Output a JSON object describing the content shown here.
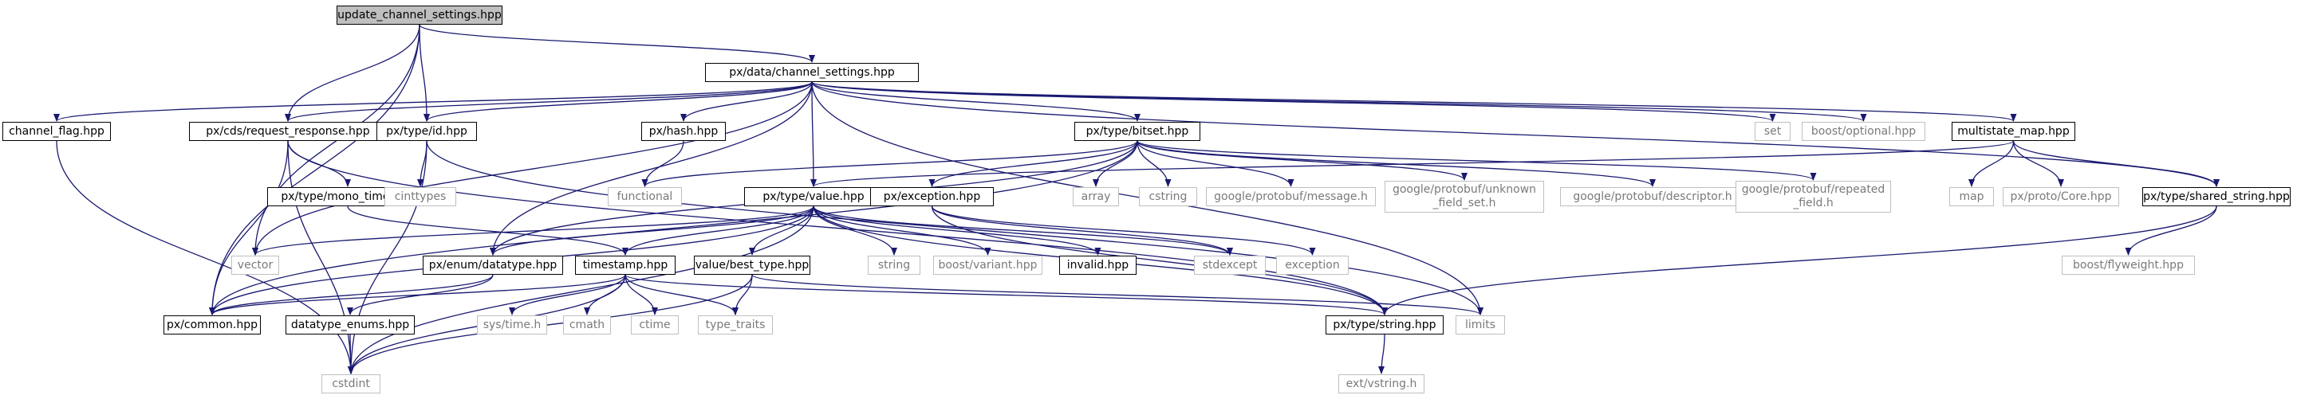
{
  "diagram": {
    "type": "dependency-graph",
    "colors": {
      "edge": "#191970",
      "root_fill": "#bfbfbf",
      "ext_border": "#bfbfbf",
      "ext_text": "#7a7a7a"
    },
    "nodes": [
      {
        "id": "root",
        "label": "update_channel_settings.hpp",
        "kind": "root"
      },
      {
        "id": "chset",
        "label": "px/data/channel_settings.hpp",
        "kind": "dep"
      },
      {
        "id": "chflag",
        "label": "channel_flag.hpp",
        "kind": "dep"
      },
      {
        "id": "reqresp",
        "label": "px/cds/request_response.hpp",
        "kind": "dep"
      },
      {
        "id": "typeid",
        "label": "px/type/id.hpp",
        "kind": "dep"
      },
      {
        "id": "hash",
        "label": "px/hash.hpp",
        "kind": "dep"
      },
      {
        "id": "bitset",
        "label": "px/type/bitset.hpp",
        "kind": "dep"
      },
      {
        "id": "set",
        "label": "set",
        "kind": "ext"
      },
      {
        "id": "bopt",
        "label": "boost/optional.hpp",
        "kind": "ext"
      },
      {
        "id": "msmap",
        "label": "multistate_map.hpp",
        "kind": "dep"
      },
      {
        "id": "monotime",
        "label": "px/type/mono_time.hpp",
        "kind": "dep"
      },
      {
        "id": "cinttypes",
        "label": "cinttypes",
        "kind": "ext"
      },
      {
        "id": "functional",
        "label": "functional",
        "kind": "ext"
      },
      {
        "id": "value",
        "label": "px/type/value.hpp",
        "kind": "dep"
      },
      {
        "id": "exception",
        "label": "px/exception.hpp",
        "kind": "dep"
      },
      {
        "id": "array",
        "label": "array",
        "kind": "ext"
      },
      {
        "id": "cstring",
        "label": "cstring",
        "kind": "ext"
      },
      {
        "id": "gpmsg",
        "label": "google/protobuf/message.h",
        "kind": "ext"
      },
      {
        "id": "gpunk",
        "label": "google/protobuf/unknown\n_field_set.h",
        "kind": "ext"
      },
      {
        "id": "gpdesc",
        "label": "google/protobuf/descriptor.h",
        "kind": "ext"
      },
      {
        "id": "gprep",
        "label": "google/protobuf/repeated\n_field.h",
        "kind": "ext"
      },
      {
        "id": "map",
        "label": "map",
        "kind": "ext"
      },
      {
        "id": "pxcore",
        "label": "px/proto/Core.hpp",
        "kind": "ext"
      },
      {
        "id": "sstr",
        "label": "px/type/shared_string.hpp",
        "kind": "dep"
      },
      {
        "id": "vector",
        "label": "vector",
        "kind": "ext"
      },
      {
        "id": "datatype",
        "label": "px/enum/datatype.hpp",
        "kind": "dep"
      },
      {
        "id": "timestamp",
        "label": "timestamp.hpp",
        "kind": "dep"
      },
      {
        "id": "besttype",
        "label": "value/best_type.hpp",
        "kind": "dep"
      },
      {
        "id": "string",
        "label": "string",
        "kind": "ext"
      },
      {
        "id": "bvariant",
        "label": "boost/variant.hpp",
        "kind": "ext"
      },
      {
        "id": "invalid",
        "label": "invalid.hpp",
        "kind": "dep"
      },
      {
        "id": "stdexcept",
        "label": "stdexcept",
        "kind": "ext"
      },
      {
        "id": "excstd",
        "label": "exception",
        "kind": "ext"
      },
      {
        "id": "bfly",
        "label": "boost/flyweight.hpp",
        "kind": "ext"
      },
      {
        "id": "common",
        "label": "px/common.hpp",
        "kind": "dep"
      },
      {
        "id": "dtenums",
        "label": "datatype_enums.hpp",
        "kind": "dep"
      },
      {
        "id": "systime",
        "label": "sys/time.h",
        "kind": "ext"
      },
      {
        "id": "cmath",
        "label": "cmath",
        "kind": "ext"
      },
      {
        "id": "ctime",
        "label": "ctime",
        "kind": "ext"
      },
      {
        "id": "typetraits",
        "label": "type_traits",
        "kind": "ext"
      },
      {
        "id": "pxstring",
        "label": "px/type/string.hpp",
        "kind": "dep"
      },
      {
        "id": "limits",
        "label": "limits",
        "kind": "ext"
      },
      {
        "id": "cstdint",
        "label": "cstdint",
        "kind": "ext"
      },
      {
        "id": "vstring",
        "label": "ext/vstring.h",
        "kind": "ext"
      }
    ],
    "edges": [
      [
        "root",
        "chset"
      ],
      [
        "root",
        "reqresp"
      ],
      [
        "root",
        "typeid"
      ],
      [
        "root",
        "common"
      ],
      [
        "root",
        "vector"
      ],
      [
        "chset",
        "chflag"
      ],
      [
        "chset",
        "reqresp"
      ],
      [
        "chset",
        "typeid"
      ],
      [
        "chset",
        "hash"
      ],
      [
        "chset",
        "bitset"
      ],
      [
        "chset",
        "set"
      ],
      [
        "chset",
        "bopt"
      ],
      [
        "chset",
        "msmap"
      ],
      [
        "chset",
        "value"
      ],
      [
        "chset",
        "sstr"
      ],
      [
        "chset",
        "datatype"
      ],
      [
        "chset",
        "vector"
      ],
      [
        "chset",
        "limits"
      ],
      [
        "chflag",
        "cstdint"
      ],
      [
        "reqresp",
        "monotime"
      ],
      [
        "reqresp",
        "common"
      ],
      [
        "reqresp",
        "cstdint"
      ],
      [
        "reqresp",
        "pxstring"
      ],
      [
        "typeid",
        "cinttypes"
      ],
      [
        "typeid",
        "cstdint"
      ],
      [
        "typeid",
        "limits"
      ],
      [
        "hash",
        "functional"
      ],
      [
        "bitset",
        "functional"
      ],
      [
        "bitset",
        "array"
      ],
      [
        "bitset",
        "cstring"
      ],
      [
        "bitset",
        "exception"
      ],
      [
        "bitset",
        "gpmsg"
      ],
      [
        "bitset",
        "gpunk"
      ],
      [
        "bitset",
        "gpdesc"
      ],
      [
        "bitset",
        "gprep"
      ],
      [
        "bitset",
        "common"
      ],
      [
        "bitset",
        "datatype"
      ],
      [
        "msmap",
        "value"
      ],
      [
        "msmap",
        "map"
      ],
      [
        "msmap",
        "pxcore"
      ],
      [
        "msmap",
        "sstr"
      ],
      [
        "monotime",
        "timestamp"
      ],
      [
        "value",
        "vector"
      ],
      [
        "value",
        "common"
      ],
      [
        "value",
        "datatype"
      ],
      [
        "value",
        "timestamp"
      ],
      [
        "value",
        "besttype"
      ],
      [
        "value",
        "string"
      ],
      [
        "value",
        "bvariant"
      ],
      [
        "value",
        "invalid"
      ],
      [
        "value",
        "stdexcept"
      ],
      [
        "value",
        "pxstring"
      ],
      [
        "value",
        "cstdint"
      ],
      [
        "exception",
        "stdexcept"
      ],
      [
        "exception",
        "excstd"
      ],
      [
        "exception",
        "pxstring"
      ],
      [
        "sstr",
        "bfly"
      ],
      [
        "sstr",
        "pxstring"
      ],
      [
        "datatype",
        "common"
      ],
      [
        "datatype",
        "dtenums"
      ],
      [
        "timestamp",
        "common"
      ],
      [
        "timestamp",
        "systime"
      ],
      [
        "timestamp",
        "cmath"
      ],
      [
        "timestamp",
        "ctime"
      ],
      [
        "timestamp",
        "typetraits"
      ],
      [
        "timestamp",
        "pxstring"
      ],
      [
        "timestamp",
        "cstdint"
      ],
      [
        "besttype",
        "typetraits"
      ],
      [
        "besttype",
        "limits"
      ],
      [
        "besttype",
        "cstdint"
      ],
      [
        "dtenums",
        "cstdint"
      ],
      [
        "pxstring",
        "vstring"
      ]
    ]
  }
}
